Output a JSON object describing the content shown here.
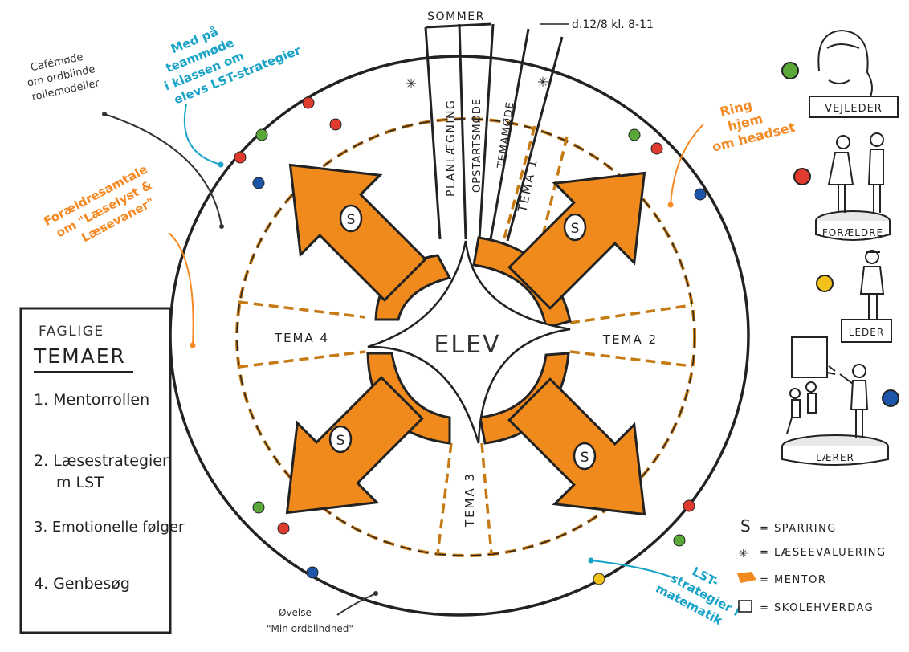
{
  "center": {
    "label": "ELEV"
  },
  "top_segments": {
    "season_label": "SOMMER",
    "date_label": "d.12/8 kl. 8-11",
    "items": [
      "PLANLÆGNING",
      "OPSTARTSMØDE",
      "TEMAMØDE",
      "TEMA 1"
    ]
  },
  "ring_labels": {
    "tema2": "TEMA 2",
    "tema3": "TEMA 3",
    "tema4": "TEMA 4"
  },
  "arrow_badge": "S",
  "asterisk_glyph": "✳",
  "annotations": {
    "cafe": [
      "Cafémøde",
      "om ordblinde",
      "rollemodeller"
    ],
    "teammode": [
      "Med på",
      "teammøde",
      "i klassen om",
      "elevs LST-strategier"
    ],
    "foraeldre": [
      "Forældresamtale",
      "om \"Læselyst &",
      "Læsevaner\""
    ],
    "ring": [
      "Ring",
      "hjem",
      "om headset"
    ],
    "ovelse": [
      "Øvelse",
      "\"Min ordblindhed\""
    ],
    "lst": [
      "LST-",
      "strategier i",
      "matematik"
    ]
  },
  "themes_box": {
    "title_small": "FAGLIGE",
    "title_big": "TEMAER",
    "items": [
      {
        "line1": "1. Mentorrollen",
        "line2": ""
      },
      {
        "line1": "2. Læsestrategier",
        "line2": "m LST"
      },
      {
        "line1": "3. Emotionelle følger",
        "line2": ""
      },
      {
        "line1": "4. Genbesøg",
        "line2": ""
      }
    ]
  },
  "roles": [
    "VEJLEDER",
    "FORÆLDRE",
    "LEDER",
    "LÆRER"
  ],
  "legend": [
    {
      "symbol": "S",
      "text": "= SPARRING"
    },
    {
      "symbol": "✳",
      "text": "= LÆSEEVALUERING"
    },
    {
      "symbol": "swatch",
      "text": "= MENTOR"
    },
    {
      "symbol": "square",
      "text": "= SKOLEHVERDAG"
    }
  ],
  "colors": {
    "ink": "#222222",
    "orange": "#f08a1c",
    "orange_dark": "#c66d10",
    "teal": "#1aa3c8",
    "annotation_orange": "#f58a25",
    "dot_red": "#e03b2f",
    "dot_green": "#5aa83a",
    "dot_blue": "#1d55a8",
    "dot_yellow": "#f2c21b"
  },
  "icons": [
    "asterisk-icon",
    "sparring-badge-icon",
    "colored-dot-icon",
    "person-figure-icon",
    "whiteboard-icon"
  ]
}
